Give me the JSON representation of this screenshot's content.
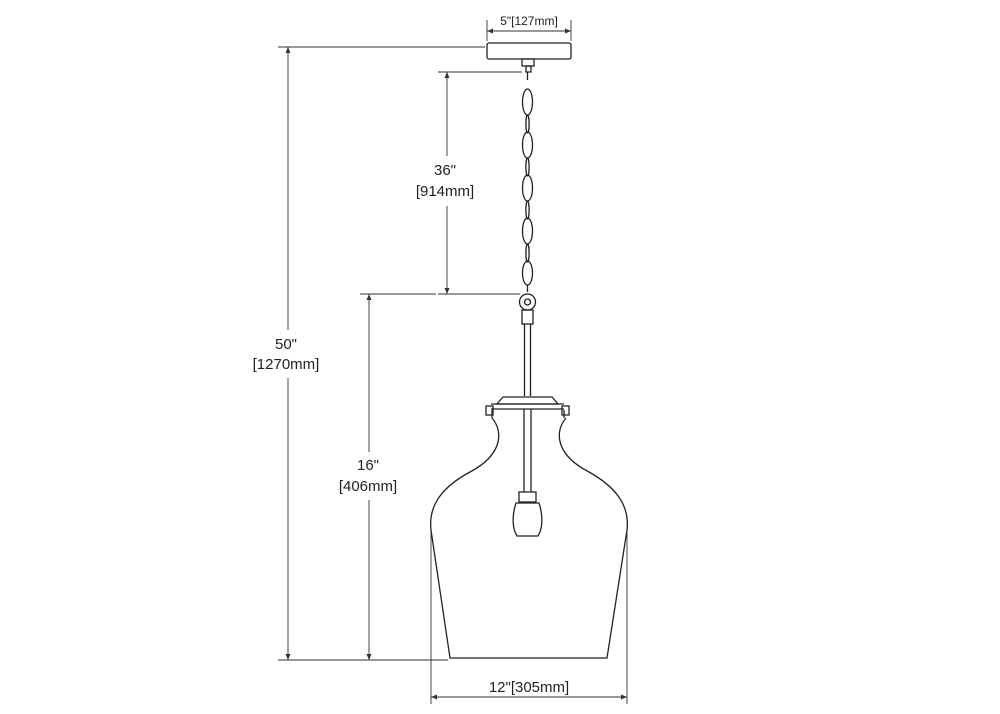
{
  "dimensions": {
    "canopy_width": "5\"[127mm]",
    "chain_length_in": "36\"",
    "chain_length_mm": "[914mm]",
    "overall_height_in": "50\"",
    "overall_height_mm": "[1270mm]",
    "fixture_height_in": "16\"",
    "fixture_height_mm": "[406mm]",
    "fixture_width": "12\"[305mm]"
  },
  "colors": {
    "line": "#222222",
    "background": "#ffffff"
  }
}
